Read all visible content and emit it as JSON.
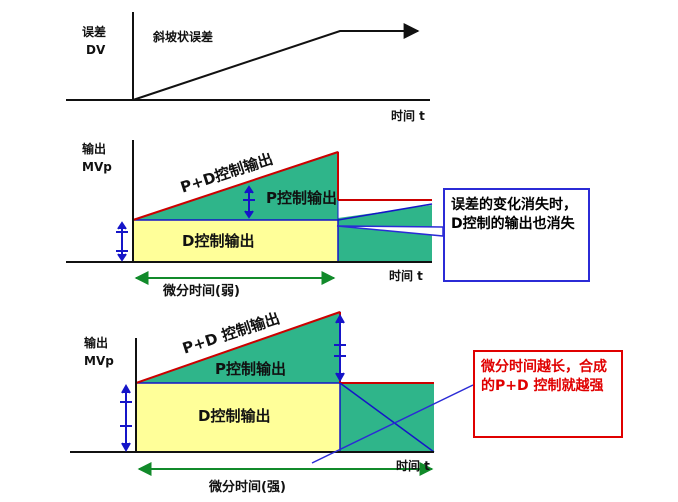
{
  "colors": {
    "d_fill": "#ffff99",
    "p_fill": "#2fb58a",
    "ramp_line": "#cc0000",
    "axis": "#111111",
    "arrow_blue": "#1515c8",
    "time_arrow": "#118a2a",
    "callout1_border": "#2b2bd6",
    "callout2_border": "#e00000",
    "callout2_text": "#e00000"
  },
  "panel1": {
    "y_label_line1": "误差",
    "y_label_line2": "DV",
    "ramp_label": "斜坡状误差",
    "x_label": "时间  t"
  },
  "panel2": {
    "y_label_line1": "输出",
    "y_label_line2": "MVp",
    "pd_label": "P+D控制输出",
    "p_label": "P控制输出",
    "d_label": "D控制输出",
    "x_label": "时间  t",
    "time_label": "微分时间(弱)",
    "callout": "误差的变化消失时，D控制的输出也消失"
  },
  "panel3": {
    "y_label_line1": "输出",
    "y_label_line2": "MVp",
    "pd_label": "P+D 控制输出",
    "p_label": "P控制输出",
    "d_label": "D控制输出",
    "x_label": "时间  t",
    "time_label": "微分时间(强)",
    "callout": "微分时间越长，合成的P+D 控制就越强"
  }
}
